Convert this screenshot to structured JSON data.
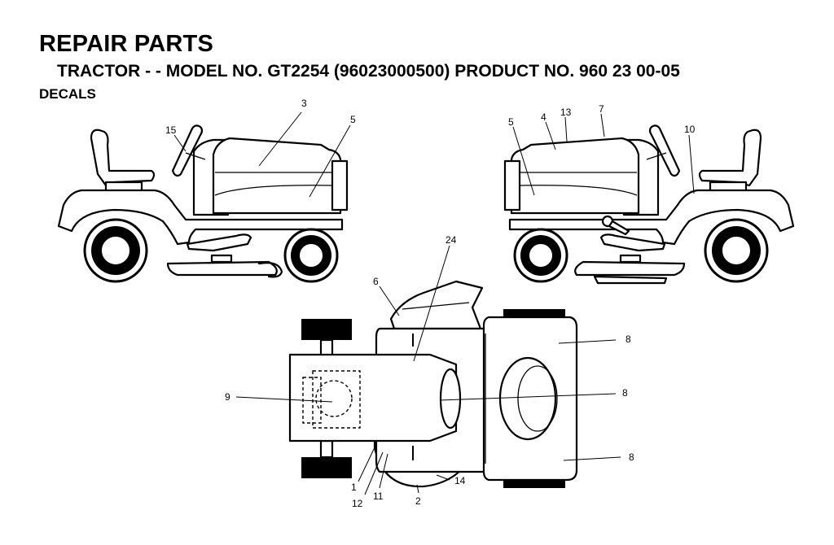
{
  "header": {
    "title": "REPAIR PARTS",
    "subtitle": "TRACTOR - - MODEL NO. GT2254 (96023000500) PRODUCT NO. 960 23 00-05",
    "section": "DECALS"
  },
  "callouts": {
    "left_side": [
      "15",
      "3",
      "5"
    ],
    "right_side": [
      "5",
      "4",
      "13",
      "7",
      "10"
    ],
    "top_view": [
      "24",
      "6",
      "8",
      "8",
      "8",
      "9",
      "1",
      "12",
      "11",
      "2",
      "14"
    ]
  }
}
